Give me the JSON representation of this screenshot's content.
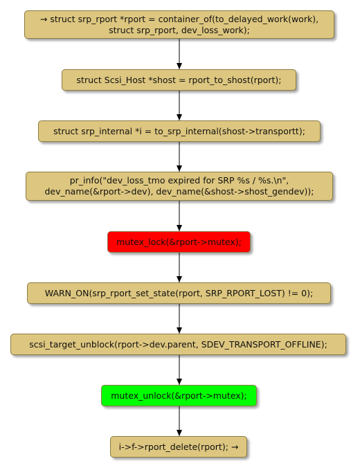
{
  "nodes": [
    {
      "text": "→ struct srp_rport *rport = container_of(to_delayed_work(work),\nstruct srp_rport, dev_loss_work);",
      "color": "#ddc67f"
    },
    {
      "text": "struct Scsi_Host *shost = rport_to_shost(rport);",
      "color": "#ddc67f"
    },
    {
      "text": "struct srp_internal *i = to_srp_internal(shost->transportt);",
      "color": "#ddc67f"
    },
    {
      "text": "pr_info(\"dev_loss_tmo expired for SRP %s / %s.\\n\",\ndev_name(&rport->dev), dev_name(&shost->shost_gendev));",
      "color": "#ddc67f"
    },
    {
      "text": "mutex_lock(&rport->mutex);",
      "color": "#ff0000"
    },
    {
      "text": "WARN_ON(srp_rport_set_state(rport, SRP_RPORT_LOST) != 0);",
      "color": "#ddc67f"
    },
    {
      "text": "scsi_target_unblock(rport->dev.parent, SDEV_TRANSPORT_OFFLINE);",
      "color": "#ddc67f"
    },
    {
      "text": "mutex_unlock(&rport->mutex);",
      "color": "#00ff00"
    },
    {
      "text": "i->f->rport_delete(rport); →",
      "color": "#ddc67f"
    }
  ]
}
